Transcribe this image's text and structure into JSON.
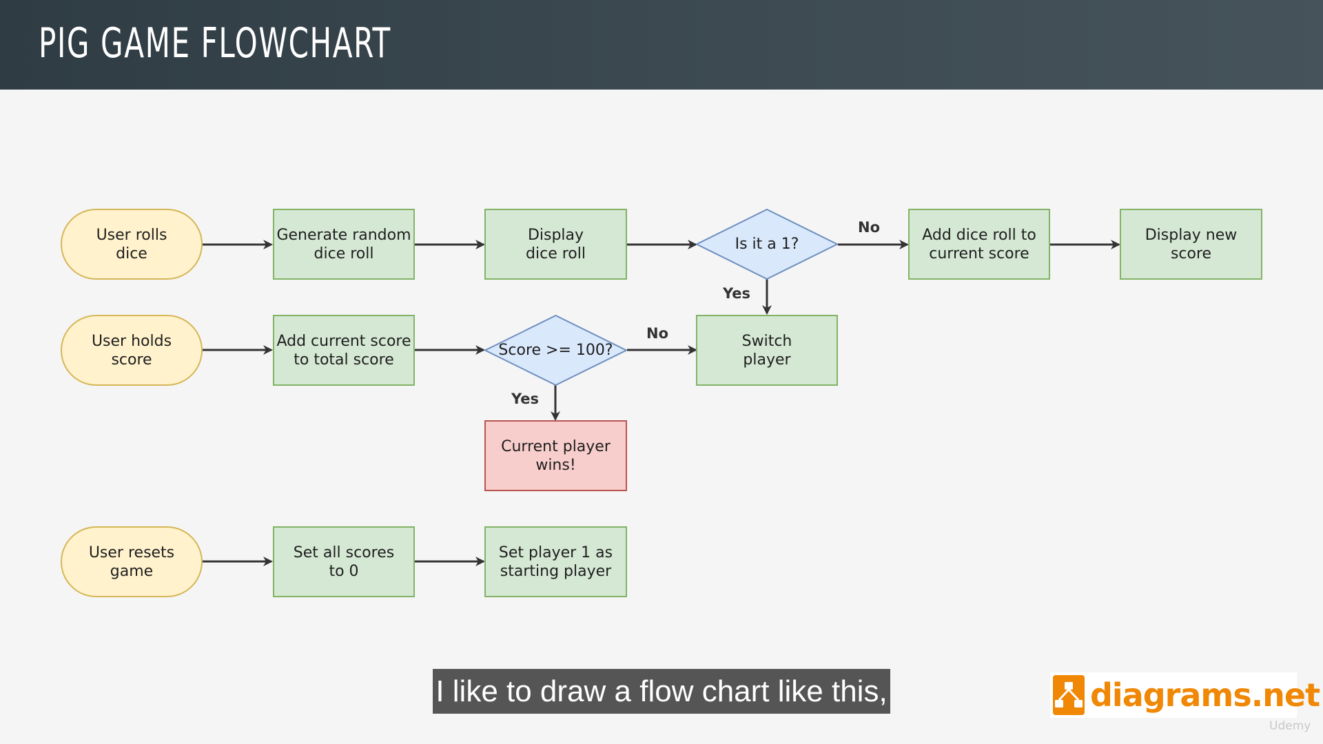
{
  "header": {
    "title": "PIG GAME FLOWCHART"
  },
  "diagram": {
    "nodes": {
      "user_rolls_dice": "User rolls\ndice",
      "generate_random": "Generate random\ndice roll",
      "display_dice_roll": "Display\ndice roll",
      "is_it_1": "Is it a 1?",
      "add_dice_roll": "Add dice roll to\ncurrent score",
      "display_new_score": "Display new\nscore",
      "user_holds_score": "User holds\nscore",
      "add_current_score": "Add current score\nto total score",
      "score_100": "Score >= 100?",
      "switch_player": "Switch\nplayer",
      "current_player_wins": "Current player\nwins!",
      "user_resets_game": "User resets\ngame",
      "set_all_scores": "Set all scores\nto 0",
      "set_player_1": "Set player 1 as\nstarting player"
    },
    "edge_labels": {
      "is_it_1_no": "No",
      "is_it_1_yes": "Yes",
      "score_100_no": "No",
      "score_100_yes": "Yes"
    },
    "colors": {
      "terminal_fill": "#fff2cc",
      "terminal_stroke": "#d6b656",
      "process_fill": "#d5e8d4",
      "process_stroke": "#82b366",
      "decision_fill": "#dae8fc",
      "decision_stroke": "#6c8ebf",
      "danger_fill": "#f8cecc",
      "danger_stroke": "#b85450"
    }
  },
  "subtitle": {
    "text": "I like to draw a flow chart like this,"
  },
  "logo": {
    "text": "diagrams.net",
    "icon": "diagrams-net-logo-icon"
  },
  "watermark": {
    "text": "Udemy"
  }
}
